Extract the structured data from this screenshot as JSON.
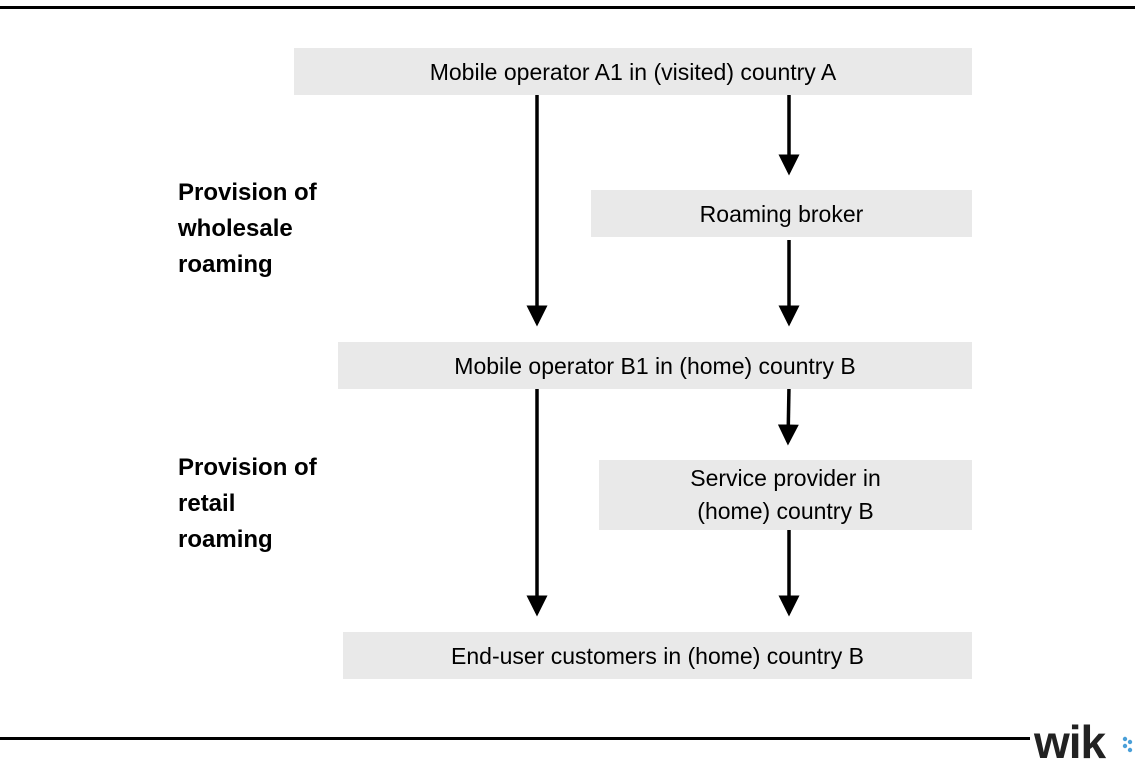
{
  "diagram": {
    "nodes": {
      "operator_a1": "Mobile operator A1 in (visited) country A",
      "roaming_broker": "Roaming broker",
      "operator_b1": "Mobile operator B1 in (home) country B",
      "service_provider": "Service provider in\n(home) country B",
      "end_user": "End-user customers in (home) country B"
    },
    "labels": {
      "wholesale": "Provision of\nwholesale\nroaming",
      "retail": "Provision of\nretail\nroaming"
    },
    "edges": [
      {
        "from": "operator_a1",
        "to": "operator_b1"
      },
      {
        "from": "operator_a1",
        "to": "roaming_broker"
      },
      {
        "from": "roaming_broker",
        "to": "operator_b1"
      },
      {
        "from": "operator_b1",
        "to": "end_user"
      },
      {
        "from": "operator_b1",
        "to": "service_provider"
      },
      {
        "from": "service_provider",
        "to": "end_user"
      }
    ],
    "box_color": "#e9e9e9"
  },
  "footer": {
    "logo_text": "wik"
  }
}
